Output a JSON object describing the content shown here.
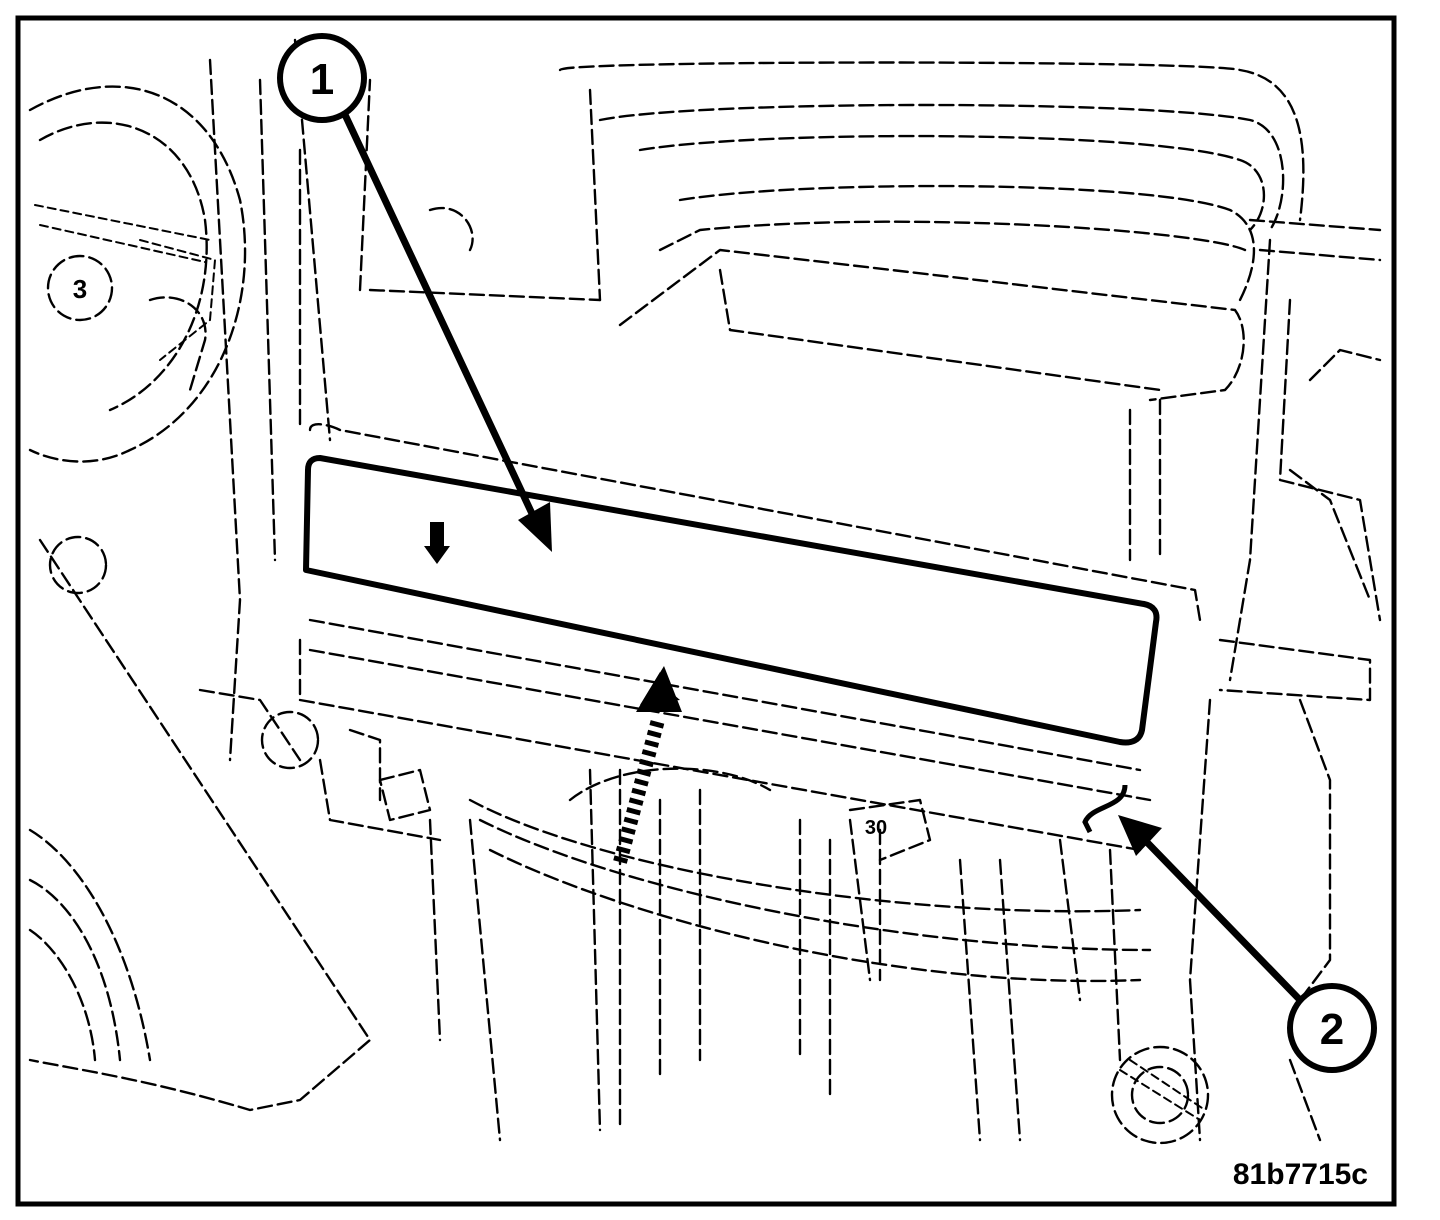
{
  "figure": {
    "id_label": "81b7715c",
    "callouts": [
      {
        "number": "1"
      },
      {
        "number": "2"
      }
    ],
    "part_markers": [
      {
        "number": "3"
      },
      {
        "number": "30"
      }
    ]
  }
}
